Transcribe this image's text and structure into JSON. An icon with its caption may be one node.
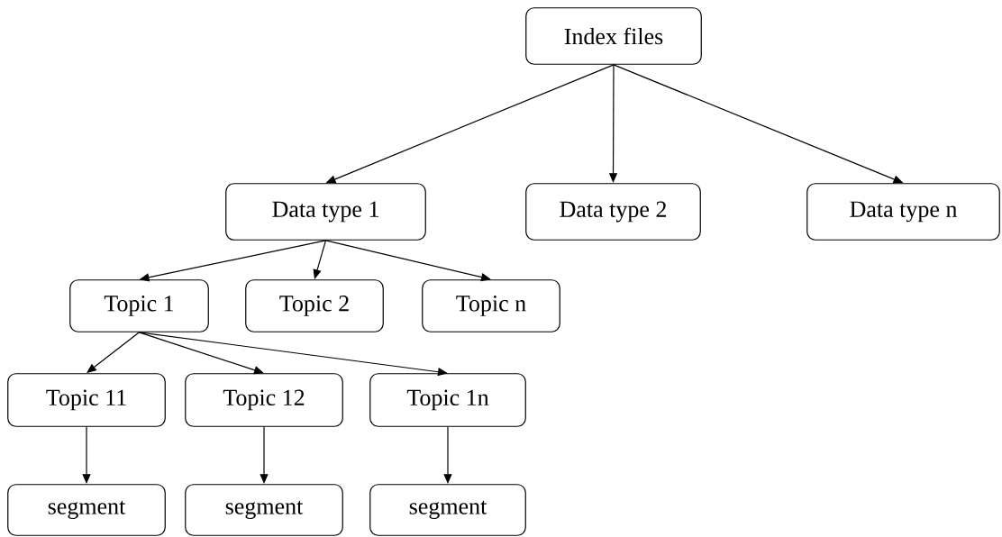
{
  "diagram": {
    "nodes": [
      {
        "text": [
          "Index files"
        ]
      },
      {
        "text": [
          "Data type 1"
        ]
      },
      {
        "text": [
          "Data type 2"
        ]
      },
      {
        "text": [
          "Data type n"
        ]
      },
      {
        "text": [
          "Topic 1"
        ]
      },
      {
        "text": [
          "Topic 2"
        ]
      },
      {
        "text": [
          "Topic n"
        ]
      },
      {
        "text": [
          "Topic 11"
        ]
      },
      {
        "text": [
          "Topic 12"
        ]
      },
      {
        "text": [
          "Topic 1n"
        ]
      },
      {
        "text": [
          "segment"
        ]
      },
      {
        "text": [
          "segment"
        ]
      },
      {
        "text": [
          "segment"
        ]
      }
    ],
    "edges": [
      {
        "from": 0,
        "to": 1,
        "arrow": "to"
      },
      {
        "from": 0,
        "to": 2,
        "arrow": "to"
      },
      {
        "from": 0,
        "to": 3,
        "arrow": "to"
      },
      {
        "from": 1,
        "to": 4,
        "arrow": "to"
      },
      {
        "from": 1,
        "to": 5,
        "arrow": "to"
      },
      {
        "from": 1,
        "to": 6,
        "arrow": "to"
      },
      {
        "from": 4,
        "to": 7,
        "arrow": "to"
      },
      {
        "from": 4,
        "to": 8,
        "arrow": "to"
      },
      {
        "from": 4,
        "to": 9,
        "arrow": "to"
      },
      {
        "from": 7,
        "to": 10,
        "arrow": "to"
      },
      {
        "from": 8,
        "to": 11,
        "arrow": "to"
      },
      {
        "from": 9,
        "to": 12,
        "arrow": "to"
      }
    ]
  }
}
